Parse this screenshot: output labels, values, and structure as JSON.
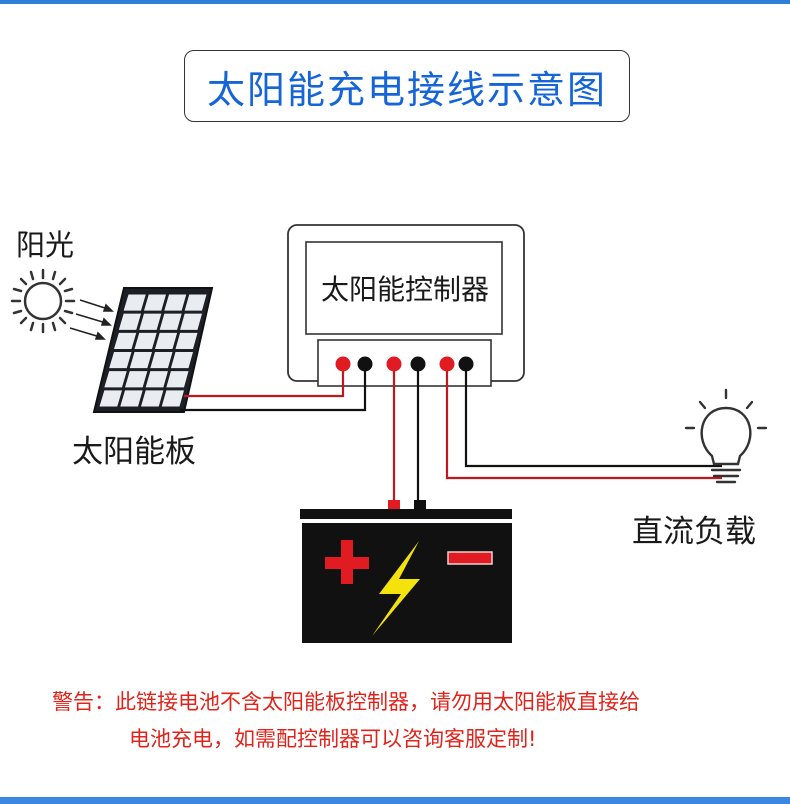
{
  "title": "太阳能充电接线示意图",
  "labels": {
    "sunlight": "阳光",
    "solar_panel": "太阳能板",
    "controller": "太阳能控制器",
    "dc_load": "直流负载"
  },
  "battery_symbols": {
    "positive": "positive-sign",
    "negative": "negative-sign",
    "bolt": "lightning-bolt-icon"
  },
  "warning": {
    "line1": "警告：此链接电池不含太阳能板控制器，请勿用太阳能板直接给",
    "line2": "电池充电，如需配控制器可以咨询客服定制!"
  },
  "colors": {
    "title_text": "#1565d8",
    "warning_text": "#e0241b",
    "positive_wire": "#c0181e",
    "negative_wire": "#111111",
    "battery_body": "#111111",
    "bolt": "#f4e20c",
    "accent_bar": "#2f7fd9"
  }
}
